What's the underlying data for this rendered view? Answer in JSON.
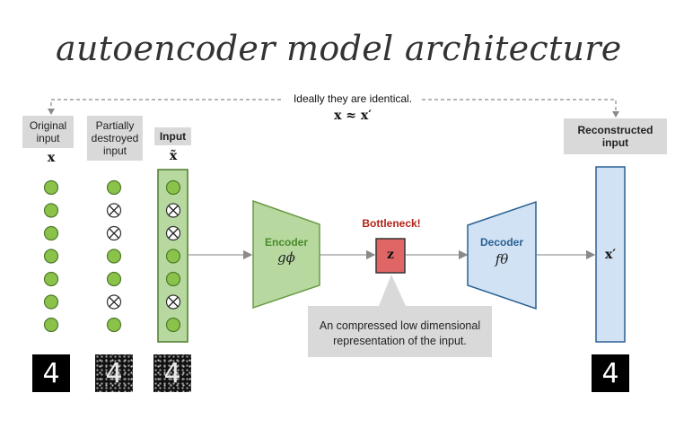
{
  "title": "autoencoder model architecture",
  "top_note": {
    "text": "Ideally they are identical.",
    "formula": "x ≈ x′"
  },
  "columns": {
    "original": {
      "label": "Original input",
      "symbol": "x",
      "nodes": [
        "ok",
        "ok",
        "ok",
        "ok",
        "ok",
        "ok",
        "ok"
      ],
      "digit": "4"
    },
    "destroyed": {
      "label": "Partially destroyed input",
      "nodes": [
        "ok",
        "x",
        "x",
        "ok",
        "ok",
        "x",
        "ok"
      ],
      "digit": "4"
    },
    "input": {
      "label": "Input",
      "symbol": "x̃",
      "nodes": [
        "ok",
        "x",
        "x",
        "ok",
        "ok",
        "x",
        "ok"
      ],
      "digit": "4"
    }
  },
  "encoder": {
    "label": "Encoder",
    "func": "gϕ"
  },
  "bottleneck": {
    "label": "Bottleneck!",
    "symbol": "z"
  },
  "decoder": {
    "label": "Decoder",
    "func": "fθ"
  },
  "reconstructed": {
    "label": "Reconstructed input",
    "symbol": "x′",
    "digit": "4"
  },
  "callout": {
    "line1": "An compressed low dimensional",
    "line2": "representation of the input."
  },
  "colors": {
    "node_fill": "#8bc34a",
    "node_stroke": "#4e7a2a",
    "input_panel": "#b7d9a0",
    "encoder_fill": "#b7d9a0",
    "encoder_stroke": "#6a9a45",
    "bottleneck_fill": "#e06666",
    "decoder_fill": "#d0e2f3",
    "decoder_stroke": "#2a5f93",
    "recon_fill": "#d0e2f3",
    "label_gray": "#d9d9d9",
    "arrow": "#999999",
    "encoder_text": "#4a8a2a",
    "decoder_text": "#2a5f93",
    "bottleneck_text": "#b02418"
  }
}
